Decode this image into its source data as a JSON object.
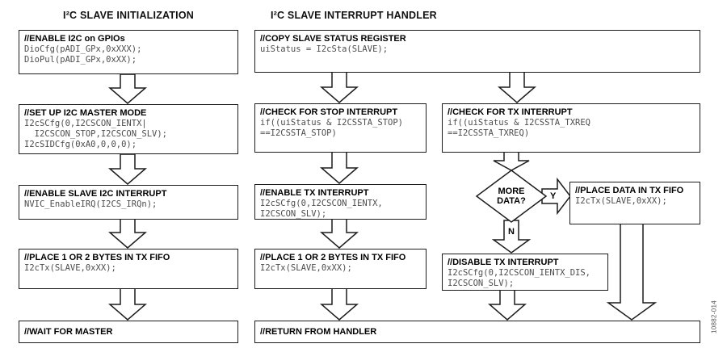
{
  "titles": {
    "left": "I²C SLAVE INITIALIZATION",
    "right": "I²C SLAVE INTERRUPT HANDLER"
  },
  "colors": {
    "box_border": "#1c1c1c",
    "header_text": "#000000",
    "code_text": "#4d4d4d",
    "background": "#ffffff"
  },
  "boxes": {
    "enable_gpio": {
      "header": "//ENABLE I2C on GPIOs",
      "code": [
        "DioCfg(pADI_GPx,0xXXX);",
        "DioPul(pADI_GPx,0xXX);"
      ]
    },
    "setup_master": {
      "header": "//SET UP I2C MASTER MODE",
      "code": [
        "I2cSCfg(0,I2CSCON_IENTX|",
        "  I2CSCON_STOP,I2CSCON_SLV);",
        "I2cSIDCfg(0xA0,0,0,0);"
      ]
    },
    "enable_slave_irq": {
      "header": "//ENABLE SLAVE I2C INTERRUPT",
      "code": [
        "NVIC_EnableIRQ(I2CS_IRQn);"
      ]
    },
    "place_bytes_left": {
      "header": "//PLACE 1 OR 2 BYTES IN TX FIFO",
      "code": [
        "I2cTx(SLAVE,0xXX);"
      ]
    },
    "wait_master": {
      "header": "//WAIT FOR MASTER"
    },
    "copy_status": {
      "header": "//COPY SLAVE STATUS REGISTER",
      "code": [
        "uiStatus = I2cSta(SLAVE);"
      ]
    },
    "check_stop": {
      "header": "//CHECK FOR STOP INTERRUPT",
      "code": [
        "if((uiStatus & I2CSSTA_STOP)",
        "==I2CSSTA_STOP)"
      ]
    },
    "enable_tx": {
      "header": "//ENABLE TX INTERRUPT",
      "code": [
        "I2cSCfg(0,I2CSCON_IENTX,",
        "I2CSCON_SLV);"
      ]
    },
    "place_bytes_mid": {
      "header": "//PLACE 1 OR 2 BYTES IN TX FIFO",
      "code": [
        "I2cTx(SLAVE,0xXX);"
      ]
    },
    "return_handler": {
      "header": "//RETURN FROM HANDLER"
    },
    "check_tx": {
      "header": "//CHECK FOR TX INTERRUPT",
      "code": [
        "if((uiStatus & I2CSSTA_TXREQ",
        "==I2CSSTA_TXREQ)"
      ]
    },
    "place_data": {
      "header": "//PLACE DATA IN TX FIFO",
      "code": [
        "I2cTx(SLAVE,0xXX);"
      ]
    },
    "disable_tx": {
      "header": "//DISABLE TX INTERRUPT",
      "code": [
        "I2cSCfg(0,I2CSCON_IENTX_DIS,",
        "I2CSCON_SLV);"
      ]
    }
  },
  "decision": {
    "line1": "MORE",
    "line2": "DATA?",
    "yes_label": "Y",
    "no_label": "N"
  },
  "watermark": "10882-014"
}
